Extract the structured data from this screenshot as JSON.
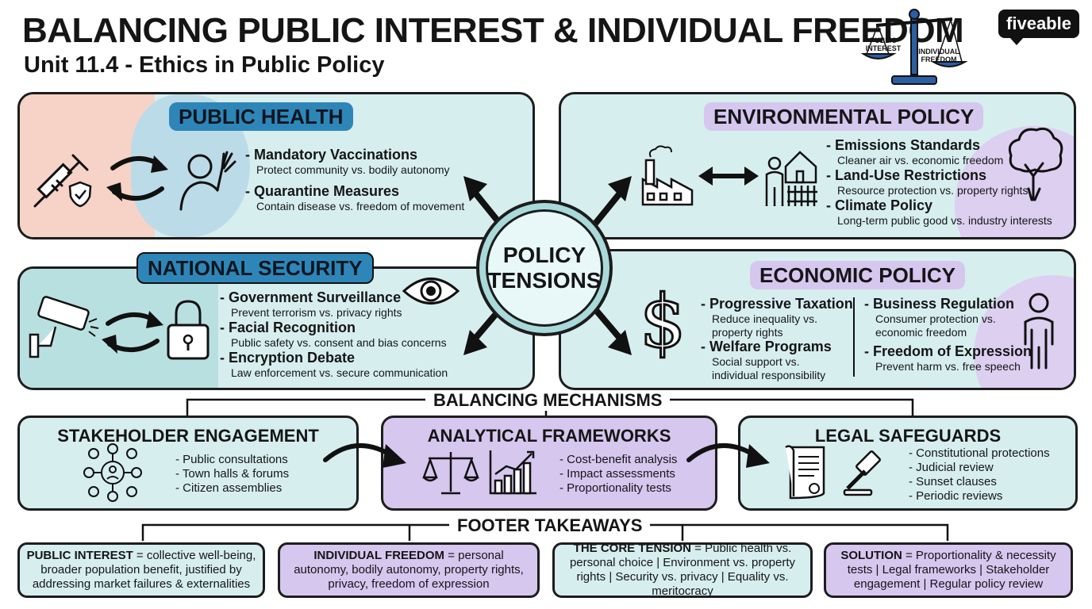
{
  "header": {
    "title": "BALANCING PUBLIC INTEREST & INDIVIDUAL FREEDOM",
    "subtitle": "Unit 11.4 - Ethics in Public Policy",
    "brand": "fiveable",
    "scale_left": "PUBLIC INTEREST",
    "scale_right": "INDIVIDUAL FREEDOM"
  },
  "center": {
    "line1": "POLICY",
    "line2": "TENSIONS"
  },
  "public_health": {
    "title": "PUBLIC HEALTH",
    "items": [
      {
        "head": "- Mandatory Vaccinations",
        "desc": "Protect community vs. bodily autonomy"
      },
      {
        "head": "- Quarantine Measures",
        "desc": "Contain disease vs. freedom of movement"
      }
    ]
  },
  "environmental": {
    "title": "ENVIRONMENTAL POLICY",
    "items": [
      {
        "head": "- Emissions Standards",
        "desc": "Cleaner air vs. economic freedom"
      },
      {
        "head": "- Land-Use Restrictions",
        "desc": "Resource protection vs. property rights"
      },
      {
        "head": "- Climate Policy",
        "desc": "Long-term public good vs. industry interests"
      }
    ]
  },
  "national_security": {
    "title": "NATIONAL SECURITY",
    "items": [
      {
        "head": "- Government Surveillance",
        "desc": "Prevent terrorism vs. privacy rights"
      },
      {
        "head": "- Facial Recognition",
        "desc": "Public safety vs. consent and bias concerns"
      },
      {
        "head": "- Encryption Debate",
        "desc": "Law enforcement vs. secure communication"
      }
    ]
  },
  "economic": {
    "title": "ECONOMIC POLICY",
    "left_items": [
      {
        "head": "- Progressive Taxation",
        "desc1": "Reduce inequality vs.",
        "desc2": "property rights"
      },
      {
        "head": "- Welfare Programs",
        "desc1": "Social support vs.",
        "desc2": "individual responsibility"
      }
    ],
    "right_items": [
      {
        "head": "- Business Regulation",
        "desc1": "Consumer protection vs.",
        "desc2": "economic freedom"
      },
      {
        "head": "- Freedom of Expression",
        "desc1": "Prevent harm vs. free speech",
        "desc2": ""
      }
    ]
  },
  "mechanisms": {
    "label": "BALANCING MECHANISMS",
    "stakeholder": {
      "title": "STAKEHOLDER ENGAGEMENT",
      "items": [
        "Public consultations",
        "Town halls & forums",
        "Citizen assemblies"
      ]
    },
    "analytical": {
      "title": "ANALYTICAL FRAMEWORKS",
      "items": [
        "Cost-benefit analysis",
        "Impact assessments",
        "Proportionality tests"
      ]
    },
    "legal": {
      "title": "LEGAL SAFEGUARDS",
      "items": [
        "Constitutional protections",
        "Judicial review",
        "Sunset clauses",
        "Periodic reviews"
      ]
    }
  },
  "footer": {
    "label": "FOOTER TAKEAWAYS",
    "cards": [
      {
        "lead": "PUBLIC INTEREST",
        "text": " = collective well-being, broader population benefit, justified by addressing market failures & externalities"
      },
      {
        "lead": "INDIVIDUAL FREEDOM",
        "text": " = personal autonomy, bodily autonomy, property rights, privacy, freedom of expression"
      },
      {
        "lead": "THE CORE TENSION",
        "text": " = Public health vs. personal choice | Environment vs. property rights | Security vs. privacy | Equality vs. meritocracy"
      },
      {
        "lead": "SOLUTION",
        "text": " = Proportionality & necessity tests | Legal frameworks | Stakeholder engagement | Regular policy review"
      }
    ]
  },
  "colors": {
    "teal_panel": "#d7eeef",
    "blue_tag": "#2e86b8",
    "purple": "#d6c7ef",
    "peach": "#f6d3c6",
    "circle": "#a9d9da"
  },
  "icons": [
    "syringe-icon",
    "shield-check-icon",
    "swap-arrows-icon",
    "raised-hand-person-icon",
    "factory-icon",
    "double-arrow-icon",
    "person-house-icon",
    "tree-icon",
    "security-camera-icon",
    "padlock-icon",
    "eye-icon",
    "dollar-icon",
    "person-icon",
    "people-network-icon",
    "scale-icon",
    "bar-chart-icon",
    "document-icon",
    "gavel-icon"
  ]
}
